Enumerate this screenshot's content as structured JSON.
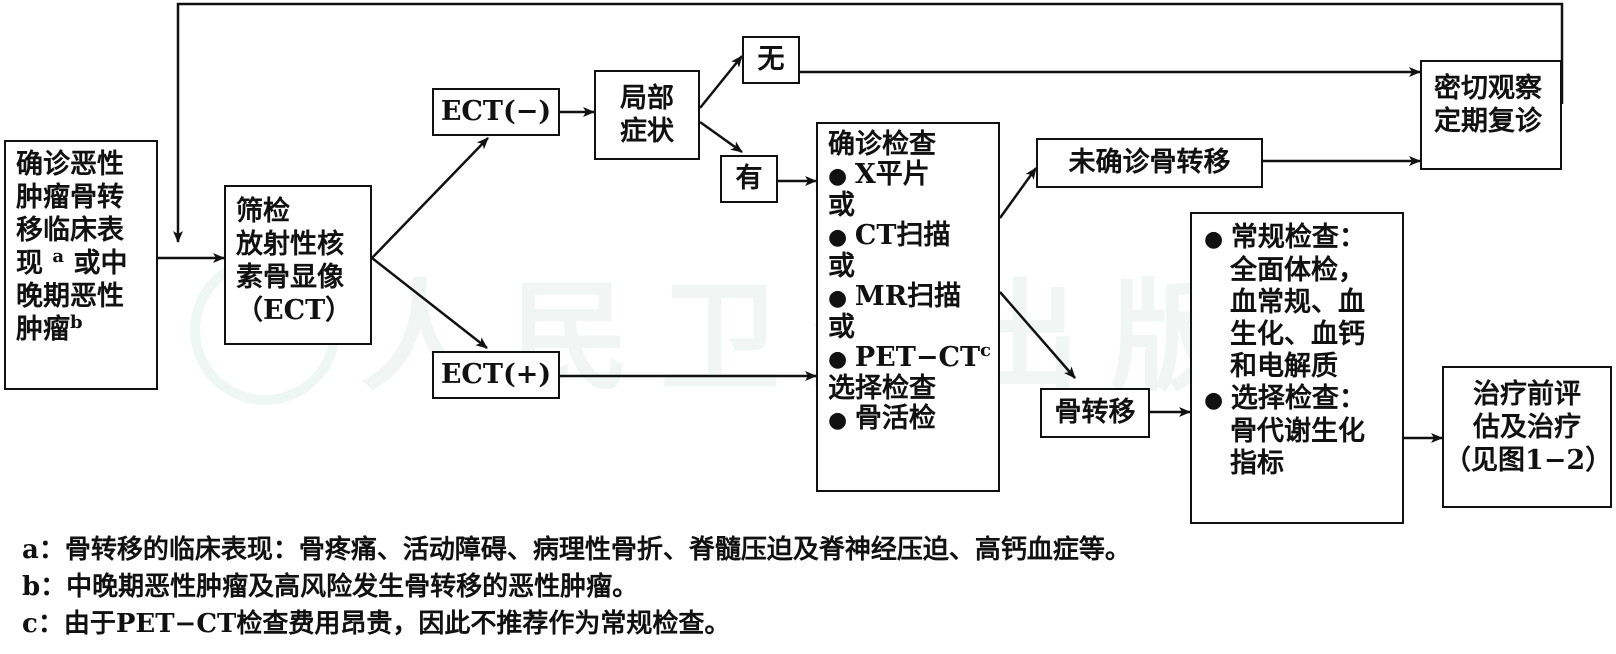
{
  "boxes": {
    "diagnosis": {
      "lines": [
        "确诊恶性",
        "肿瘤骨转",
        "移临床表"
      ],
      "line4": "现",
      "line4_sup": "a",
      "line4_rest": "或中",
      "line5": "晚期恶性",
      "line6": "肿瘤",
      "line6_sup": "b"
    },
    "screening": {
      "lines": [
        "筛检",
        "放射性核",
        "素骨显像",
        "（ECT）"
      ]
    },
    "ect_neg": "ECT(−)",
    "ect_pos": "ECT(+)",
    "local_symptom": {
      "lines": [
        "局部",
        "症状"
      ]
    },
    "none": "无",
    "present": "有",
    "confirm": {
      "title": "确诊检查",
      "xray": "X平片",
      "or1": "或",
      "ct": "CT扫描",
      "or2": "或",
      "mr": "MR扫描",
      "or3": "或",
      "pet": "PET−CT",
      "pet_sup": "c",
      "optional": "选择检查",
      "biopsy": "骨活检"
    },
    "unconfirmed": "未确诊骨转移",
    "bone_meta": "骨转移",
    "observe": {
      "lines": [
        "密切观察",
        "定期复诊"
      ]
    },
    "routine": {
      "head": "常规检查：",
      "l1": "全面体检，",
      "l2": "血常规、血",
      "l3": "生化、血钙",
      "l4": "和电解质",
      "head2": "选择检查：",
      "l5": "骨代谢生化",
      "l6": "指标"
    },
    "treatment": {
      "lines": [
        "治疗前评",
        "估及治疗",
        "（见图1−2）"
      ]
    }
  },
  "notes": [
    "a：骨转移的临床表现：骨疼痛、活动障碍、病理性骨折、脊髓压迫及脊神经压迫、高钙血症等。",
    "b：中晚期恶性肿瘤及高风险发生骨转移的恶性肿瘤。",
    "c：由于PET−CT检查费用昂贵，因此不推荐作为常规检查。"
  ],
  "watermark": "人民卫生出版社"
}
